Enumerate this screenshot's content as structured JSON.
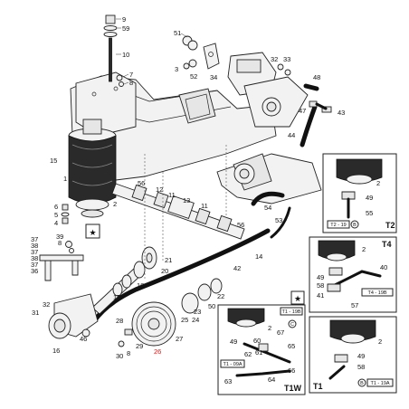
{
  "callouts": {
    "c9": "9",
    "c59": "59",
    "c10": "10",
    "c7": "7",
    "c8a": "8",
    "c51": "51",
    "c3": "3",
    "c52": "52",
    "c34": "34",
    "c32": "32",
    "c33": "33",
    "c48": "48",
    "c47": "47",
    "c43": "43",
    "c44": "44",
    "c15": "15",
    "c1": "1",
    "c6": "6",
    "c5": "5",
    "c4": "4",
    "c56a": "56",
    "c12": "12",
    "c11a": "11",
    "c13": "13",
    "c11b": "11",
    "c2": "2",
    "c54": "54",
    "c56b": "56",
    "c53": "53",
    "c14": "14",
    "c42": "42",
    "c37a": "37",
    "c38a": "38",
    "c39": "39",
    "c8b": "8",
    "c37b": "37",
    "c38b": "38",
    "c37c": "37",
    "c36": "36",
    "c21": "21",
    "c20": "20",
    "c18": "18",
    "c17": "17",
    "c32b": "32",
    "c31": "31",
    "c16": "16",
    "c46": "46",
    "c22": "22",
    "c23": "23",
    "c50": "50",
    "c24": "24",
    "c25": "25",
    "c28": "28",
    "c29": "29",
    "c8c": "8",
    "c30": "30",
    "c26": "26",
    "c27": "27"
  },
  "star_symbol": "★",
  "insets": {
    "t2": {
      "tag": "T2",
      "ref": "T2 - 19",
      "c2": "2",
      "c49": "49",
      "c55": "55",
      "circle": "B"
    },
    "t4": {
      "tag": "T4",
      "ref": "T4 - 19B",
      "c2": "2",
      "c40": "40",
      "c49": "49",
      "c58": "58",
      "c41": "41",
      "c57": "57"
    },
    "t1w": {
      "tag": "T1W",
      "ref_top": "T1 - 19B",
      "ref_bottom": "T1 - 09A",
      "c2": "2",
      "c49": "49",
      "c60": "60",
      "c67": "67",
      "c65": "65",
      "c61": "61",
      "c62": "62",
      "c63": "63",
      "c64": "64",
      "c66": "66",
      "circle": "C"
    },
    "t1": {
      "tag": "T1",
      "ref": "T1 - 19A",
      "c2": "2",
      "c49": "49",
      "c58": "58",
      "circle": "B"
    }
  }
}
